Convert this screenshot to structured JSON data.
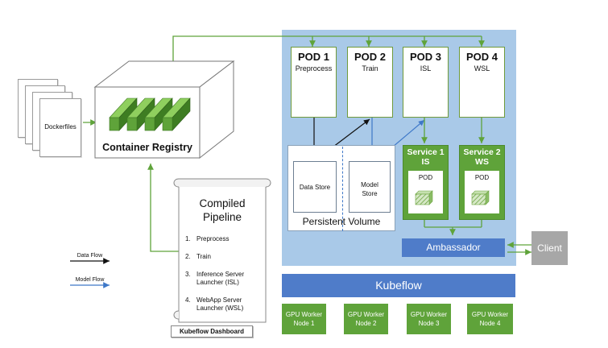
{
  "dockerfiles": {
    "label": "Dockerfiles"
  },
  "container_registry": {
    "label": "Container Registry"
  },
  "pods": [
    {
      "title": "POD 1",
      "subtitle": "Preprocess"
    },
    {
      "title": "POD 2",
      "subtitle": "Train"
    },
    {
      "title": "POD 3",
      "subtitle": "ISL"
    },
    {
      "title": "POD 4",
      "subtitle": "WSL"
    }
  ],
  "services": [
    {
      "title": "Service 1",
      "code": "IS",
      "pod_label": "POD"
    },
    {
      "title": "Service 2",
      "code": "WS",
      "pod_label": "POD"
    }
  ],
  "persistent_volume": {
    "label": "Persistent Volume",
    "data_store": "Data Store",
    "model_store_line1": "Model",
    "model_store_line2": "Store"
  },
  "ambassador": {
    "label": "Ambassador"
  },
  "client": {
    "label": "Client"
  },
  "kubeflow": {
    "label": "Kubeflow"
  },
  "gpu_nodes": [
    {
      "line1": "GPU Worker",
      "line2": "Node 1"
    },
    {
      "line1": "GPU Worker",
      "line2": "Node 2"
    },
    {
      "line1": "GPU Worker",
      "line2": "Node 3"
    },
    {
      "line1": "GPU Worker",
      "line2": "Node 4"
    }
  ],
  "compiled_pipeline": {
    "title_line1": "Compiled",
    "title_line2": "Pipeline",
    "items": [
      {
        "num": "1.",
        "line1": "Preprocess",
        "line2": ""
      },
      {
        "num": "2.",
        "line1": "Train",
        "line2": ""
      },
      {
        "num": "3.",
        "line1": "Inference Server",
        "line2": "Launcher (ISL)"
      },
      {
        "num": "4.",
        "line1": "WebApp Server",
        "line2": "Launcher (WSL)"
      }
    ]
  },
  "kubeflow_dashboard": {
    "label": "Kubeflow Dashboard"
  },
  "legend": {
    "data_flow": "Data Flow",
    "model_flow": "Model Flow"
  },
  "colors": {
    "green": "#5fa33a",
    "blue": "#4f7cc9",
    "k8s_background": "#a9c9e8",
    "client_gray": "#a7a7a7",
    "data_flow": "#111111",
    "model_flow": "#3e78c8"
  }
}
